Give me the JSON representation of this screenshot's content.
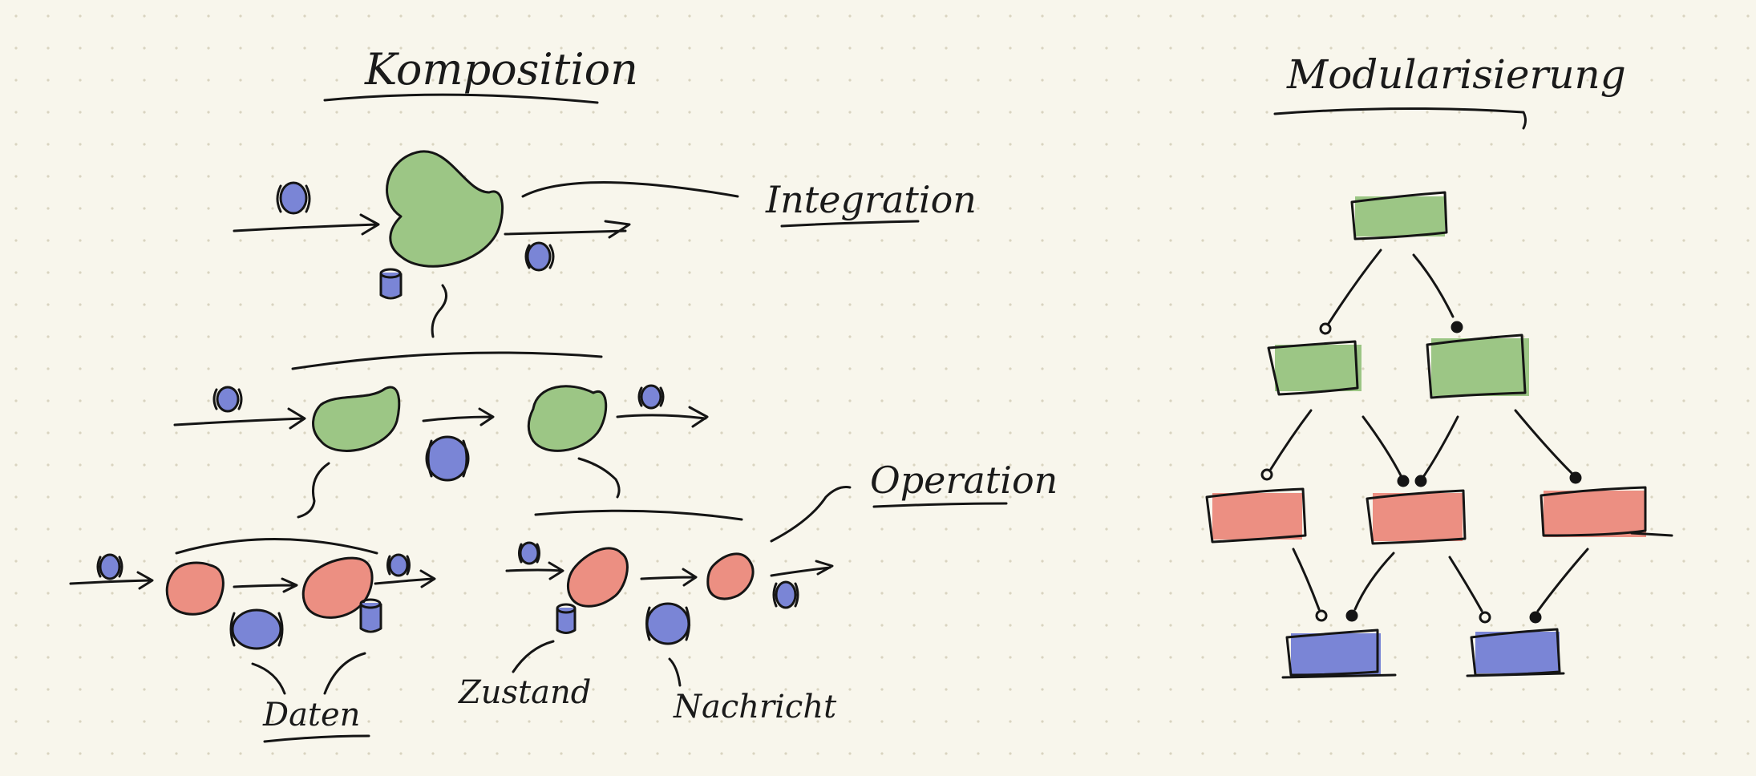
{
  "colors": {
    "background": "#f8f6ec",
    "dot_grid": "#d9d4c0",
    "ink": "#151515",
    "integration_green": "#9cc685",
    "operation_red": "#ec8f82",
    "data_blue": "#7a85d6"
  },
  "composition": {
    "title": "Komposition",
    "label_integration": "Integration",
    "label_operation": "Operation",
    "label_data": "Daten",
    "label_state": "Zustand",
    "label_message": "Nachricht"
  },
  "modularization": {
    "title": "Modularisierung"
  }
}
